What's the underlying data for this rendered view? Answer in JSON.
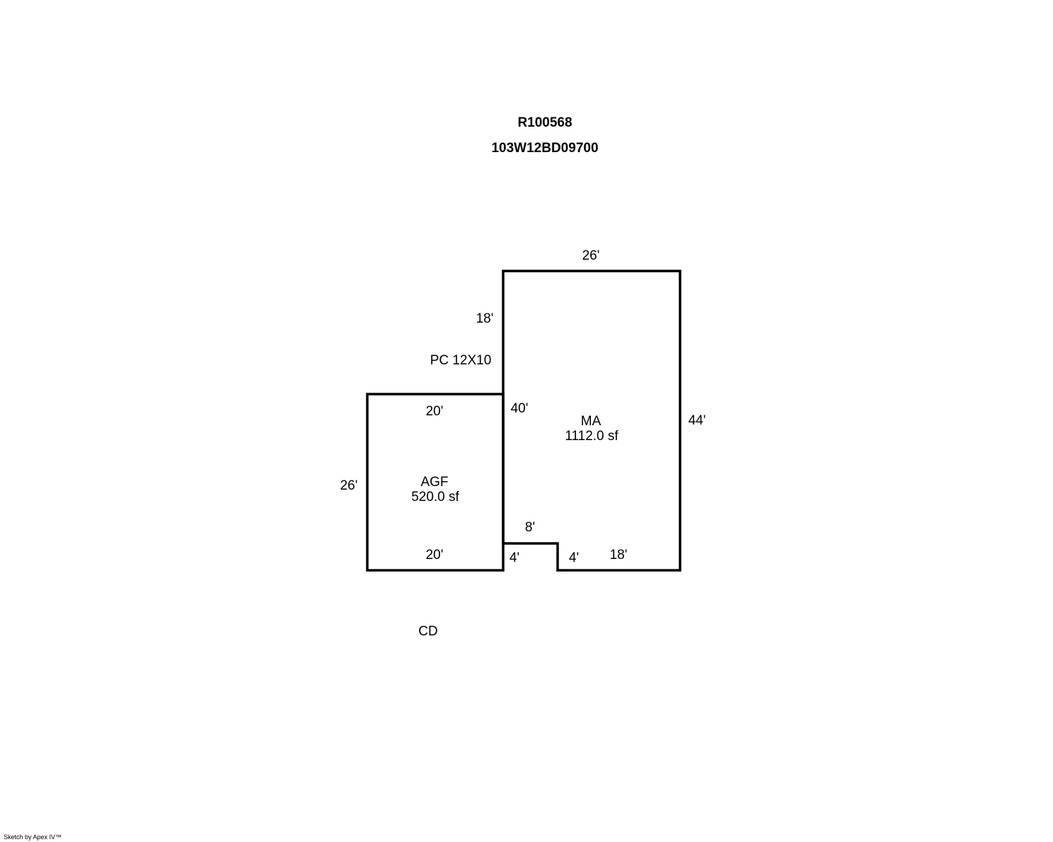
{
  "header": {
    "parcel_id": "R100568",
    "map_number": "103W12BD09700"
  },
  "areas": [
    {
      "code": "MA",
      "area": "1112.0 sf"
    },
    {
      "code": "AGF",
      "area": "520.0 sf"
    }
  ],
  "dimensions": {
    "ma_top": "26'",
    "ma_left_upper": "18'",
    "ma_left_lower": "40'",
    "ma_right": "44'",
    "notch_top": "8'",
    "notch_left": "4'",
    "notch_right": "4'",
    "ma_bottom": "18'",
    "agf_top": "20'",
    "agf_bottom": "20'",
    "agf_left": "26'"
  },
  "notes": {
    "porch": "PC 12X10",
    "deck": "CD"
  },
  "footer": {
    "credit": "Sketch by Apex IV™"
  },
  "colors": {
    "line": "#000000",
    "background": "#ffffff"
  }
}
